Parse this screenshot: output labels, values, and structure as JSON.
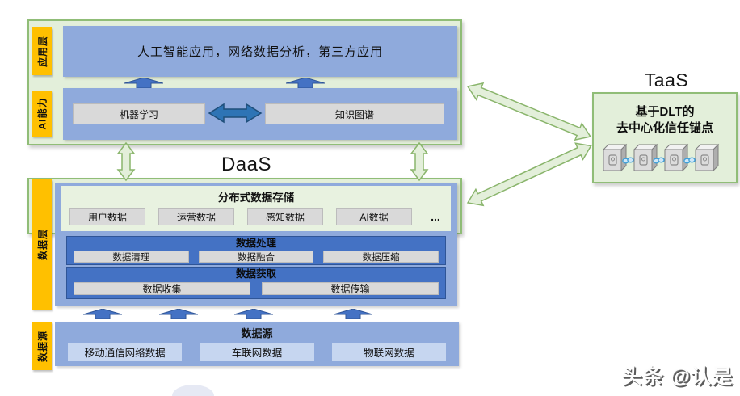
{
  "daas": {
    "title": "DaaS"
  },
  "layers": {
    "application": {
      "label": "应用层",
      "content": "人工智能应用，网络数据分析，第三方应用"
    },
    "ai": {
      "label": "AI能力",
      "items": [
        "机器学习",
        "知识图谱"
      ]
    },
    "data": {
      "label": "数据层",
      "storage": {
        "title": "分布式数据存储",
        "items": [
          "用户数据",
          "运营数据",
          "感知数据",
          "AI数据"
        ],
        "more": "..."
      },
      "processing": {
        "title": "数据处理",
        "items": [
          "数据清理",
          "数据融合",
          "数据压缩"
        ]
      },
      "acquisition": {
        "title": "数据获取",
        "items": [
          "数据收集",
          "数据传输"
        ]
      }
    },
    "source": {
      "label": "数据源",
      "title": "数据源",
      "items": [
        "移动通信网络数据",
        "车联网数据",
        "物联网数据"
      ]
    }
  },
  "taas": {
    "title": "TaaS",
    "line1": "基于DLT的",
    "line2": "去中心化信任锚点",
    "node_icon": "dlt-node-icon",
    "link_icon": "chain-link-icon"
  },
  "watermark": {
    "text": "头条 @认是"
  },
  "colors": {
    "panel_green_fill": "#e3efda",
    "panel_green_border": "#90bd77",
    "label_orange": "#ffc000",
    "layer_blue": "#8faadc",
    "section_blue": "#4472c4",
    "chip_gray": "#d9d9d9",
    "chip_light_blue": "#c6d6f0",
    "arrow_blue": "#2e74b5"
  }
}
